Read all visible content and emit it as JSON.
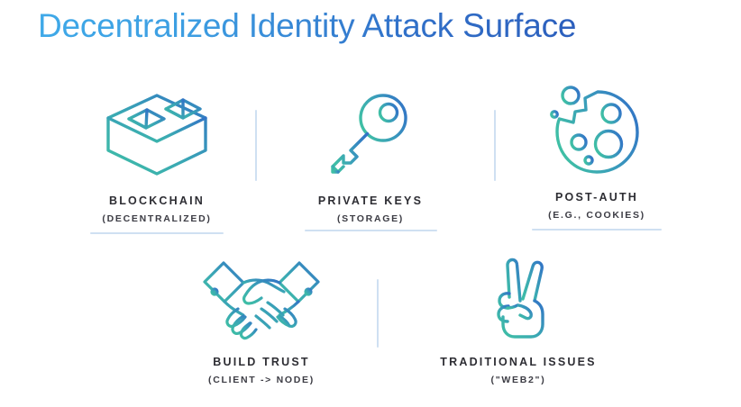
{
  "slide": {
    "title": "Decentralized Identity Attack Surface",
    "title_gradient_from": "#3fa9e8",
    "title_gradient_to": "#2c5fbd",
    "background": "#ffffff",
    "divider_color": "#cfe0f2",
    "icon_gradient_from": "#3fbfa5",
    "icon_gradient_to": "#3274c6",
    "label_color": "#2d2d33"
  },
  "items": [
    {
      "id": "blockchain",
      "icon": "cinder-block-icon",
      "label": "BLOCKCHAIN",
      "sublabel": "(DECENTRALIZED)"
    },
    {
      "id": "private-keys",
      "icon": "key-icon",
      "label": "PRIVATE KEYS",
      "sublabel": "(STORAGE)"
    },
    {
      "id": "post-auth",
      "icon": "cookie-icon",
      "label": "POST-AUTH",
      "sublabel": "(E.G., COOKIES)"
    },
    {
      "id": "build-trust",
      "icon": "handshake-icon",
      "label": "BUILD TRUST",
      "sublabel": "(CLIENT -> NODE)"
    },
    {
      "id": "traditional-issues",
      "icon": "peace-hand-icon",
      "label": "TRADITIONAL ISSUES",
      "sublabel": "(\"WEB2\")"
    }
  ]
}
